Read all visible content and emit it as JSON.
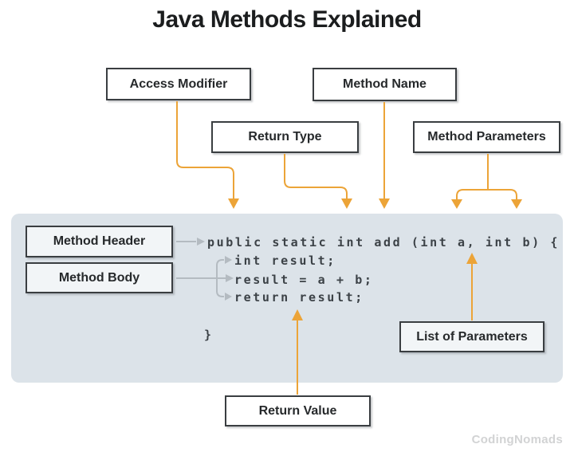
{
  "diagram": {
    "title": "Java Methods Explained",
    "callout_boxes": {
      "access_modifier": "Access Modifier",
      "method_name": "Method Name",
      "return_type": "Return Type",
      "method_parameters": "Method Parameters",
      "method_header": "Method Header",
      "method_body": "Method Body",
      "list_of_parameters": "List of Parameters",
      "return_value": "Return Value"
    },
    "code": {
      "method_header_line": "public static int add (int a, int b) {",
      "body_line_1": "int result;",
      "body_line_2": "result = a + b;",
      "body_line_3": "return result;",
      "closing_brace": "}"
    },
    "watermark": "CodingNomads",
    "colors": {
      "arrow": "#ECA438",
      "connector": "#B4BBC1",
      "panel_background": "#DCE3E9",
      "code_text": "#3C4247"
    }
  }
}
